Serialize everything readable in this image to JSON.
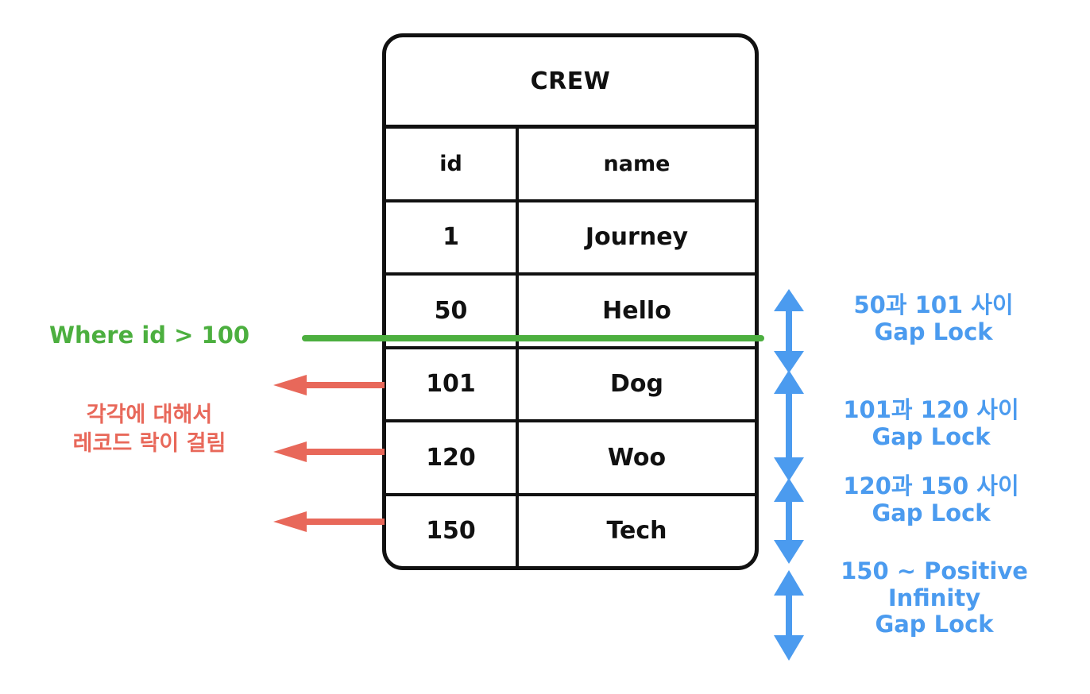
{
  "table": {
    "title": "CREW",
    "columns": [
      "id",
      "name"
    ],
    "rows": [
      {
        "id": "1",
        "name": "Journey"
      },
      {
        "id": "50",
        "name": "Hello"
      },
      {
        "id": "101",
        "name": "Dog"
      },
      {
        "id": "120",
        "name": "Woo"
      },
      {
        "id": "150",
        "name": "Tech"
      }
    ]
  },
  "annotations": {
    "query": {
      "label": "Where id > 100",
      "color": "#4CAF3F"
    },
    "record_lock": {
      "line1": "각각에 대해서",
      "line2": "레코드 락이 걸림",
      "color": "#E8685A",
      "arrow_count": 3
    },
    "gap_locks": {
      "color": "#4B9BEF",
      "items": [
        {
          "range": "50과 101 사이",
          "lock": "Gap Lock"
        },
        {
          "range": "101과 120 사이",
          "lock": "Gap Lock"
        },
        {
          "range": "120과 150 사이",
          "lock": "Gap Lock"
        },
        {
          "range": "150 ~ Positive",
          "range2": "Infinity",
          "lock": "Gap Lock"
        }
      ]
    }
  }
}
